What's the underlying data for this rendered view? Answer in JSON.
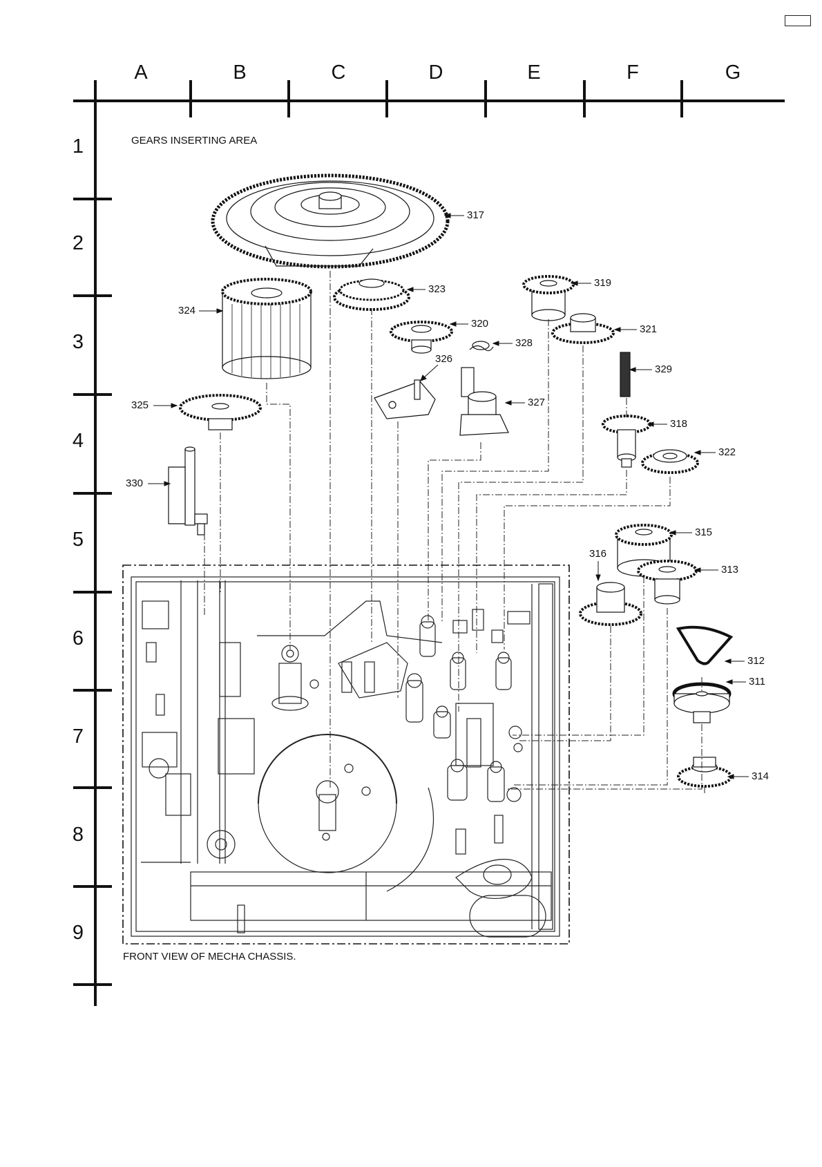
{
  "page_number": "",
  "columns": [
    "A",
    "B",
    "C",
    "D",
    "E",
    "F",
    "G"
  ],
  "rows": [
    "1",
    "2",
    "3",
    "4",
    "5",
    "6",
    "7",
    "8",
    "9"
  ],
  "captions": {
    "top": "GEARS INSERTING AREA",
    "bottom": "FRONT VIEW OF MECHA CHASSIS."
  },
  "parts": [
    {
      "ref": "317",
      "name": "gear"
    },
    {
      "ref": "323",
      "name": "gear"
    },
    {
      "ref": "319",
      "name": "gear"
    },
    {
      "ref": "324",
      "name": "gear"
    },
    {
      "ref": "320",
      "name": "gear"
    },
    {
      "ref": "321",
      "name": "gear"
    },
    {
      "ref": "328",
      "name": "spring"
    },
    {
      "ref": "326",
      "name": "lever"
    },
    {
      "ref": "329",
      "name": "worm"
    },
    {
      "ref": "325",
      "name": "gear"
    },
    {
      "ref": "327",
      "name": "lever"
    },
    {
      "ref": "318",
      "name": "gear"
    },
    {
      "ref": "322",
      "name": "gear"
    },
    {
      "ref": "330",
      "name": "lever"
    },
    {
      "ref": "315",
      "name": "gear"
    },
    {
      "ref": "316",
      "name": "gear"
    },
    {
      "ref": "313",
      "name": "gear"
    },
    {
      "ref": "312",
      "name": "belt"
    },
    {
      "ref": "311",
      "name": "pulley"
    },
    {
      "ref": "314",
      "name": "gear"
    }
  ]
}
